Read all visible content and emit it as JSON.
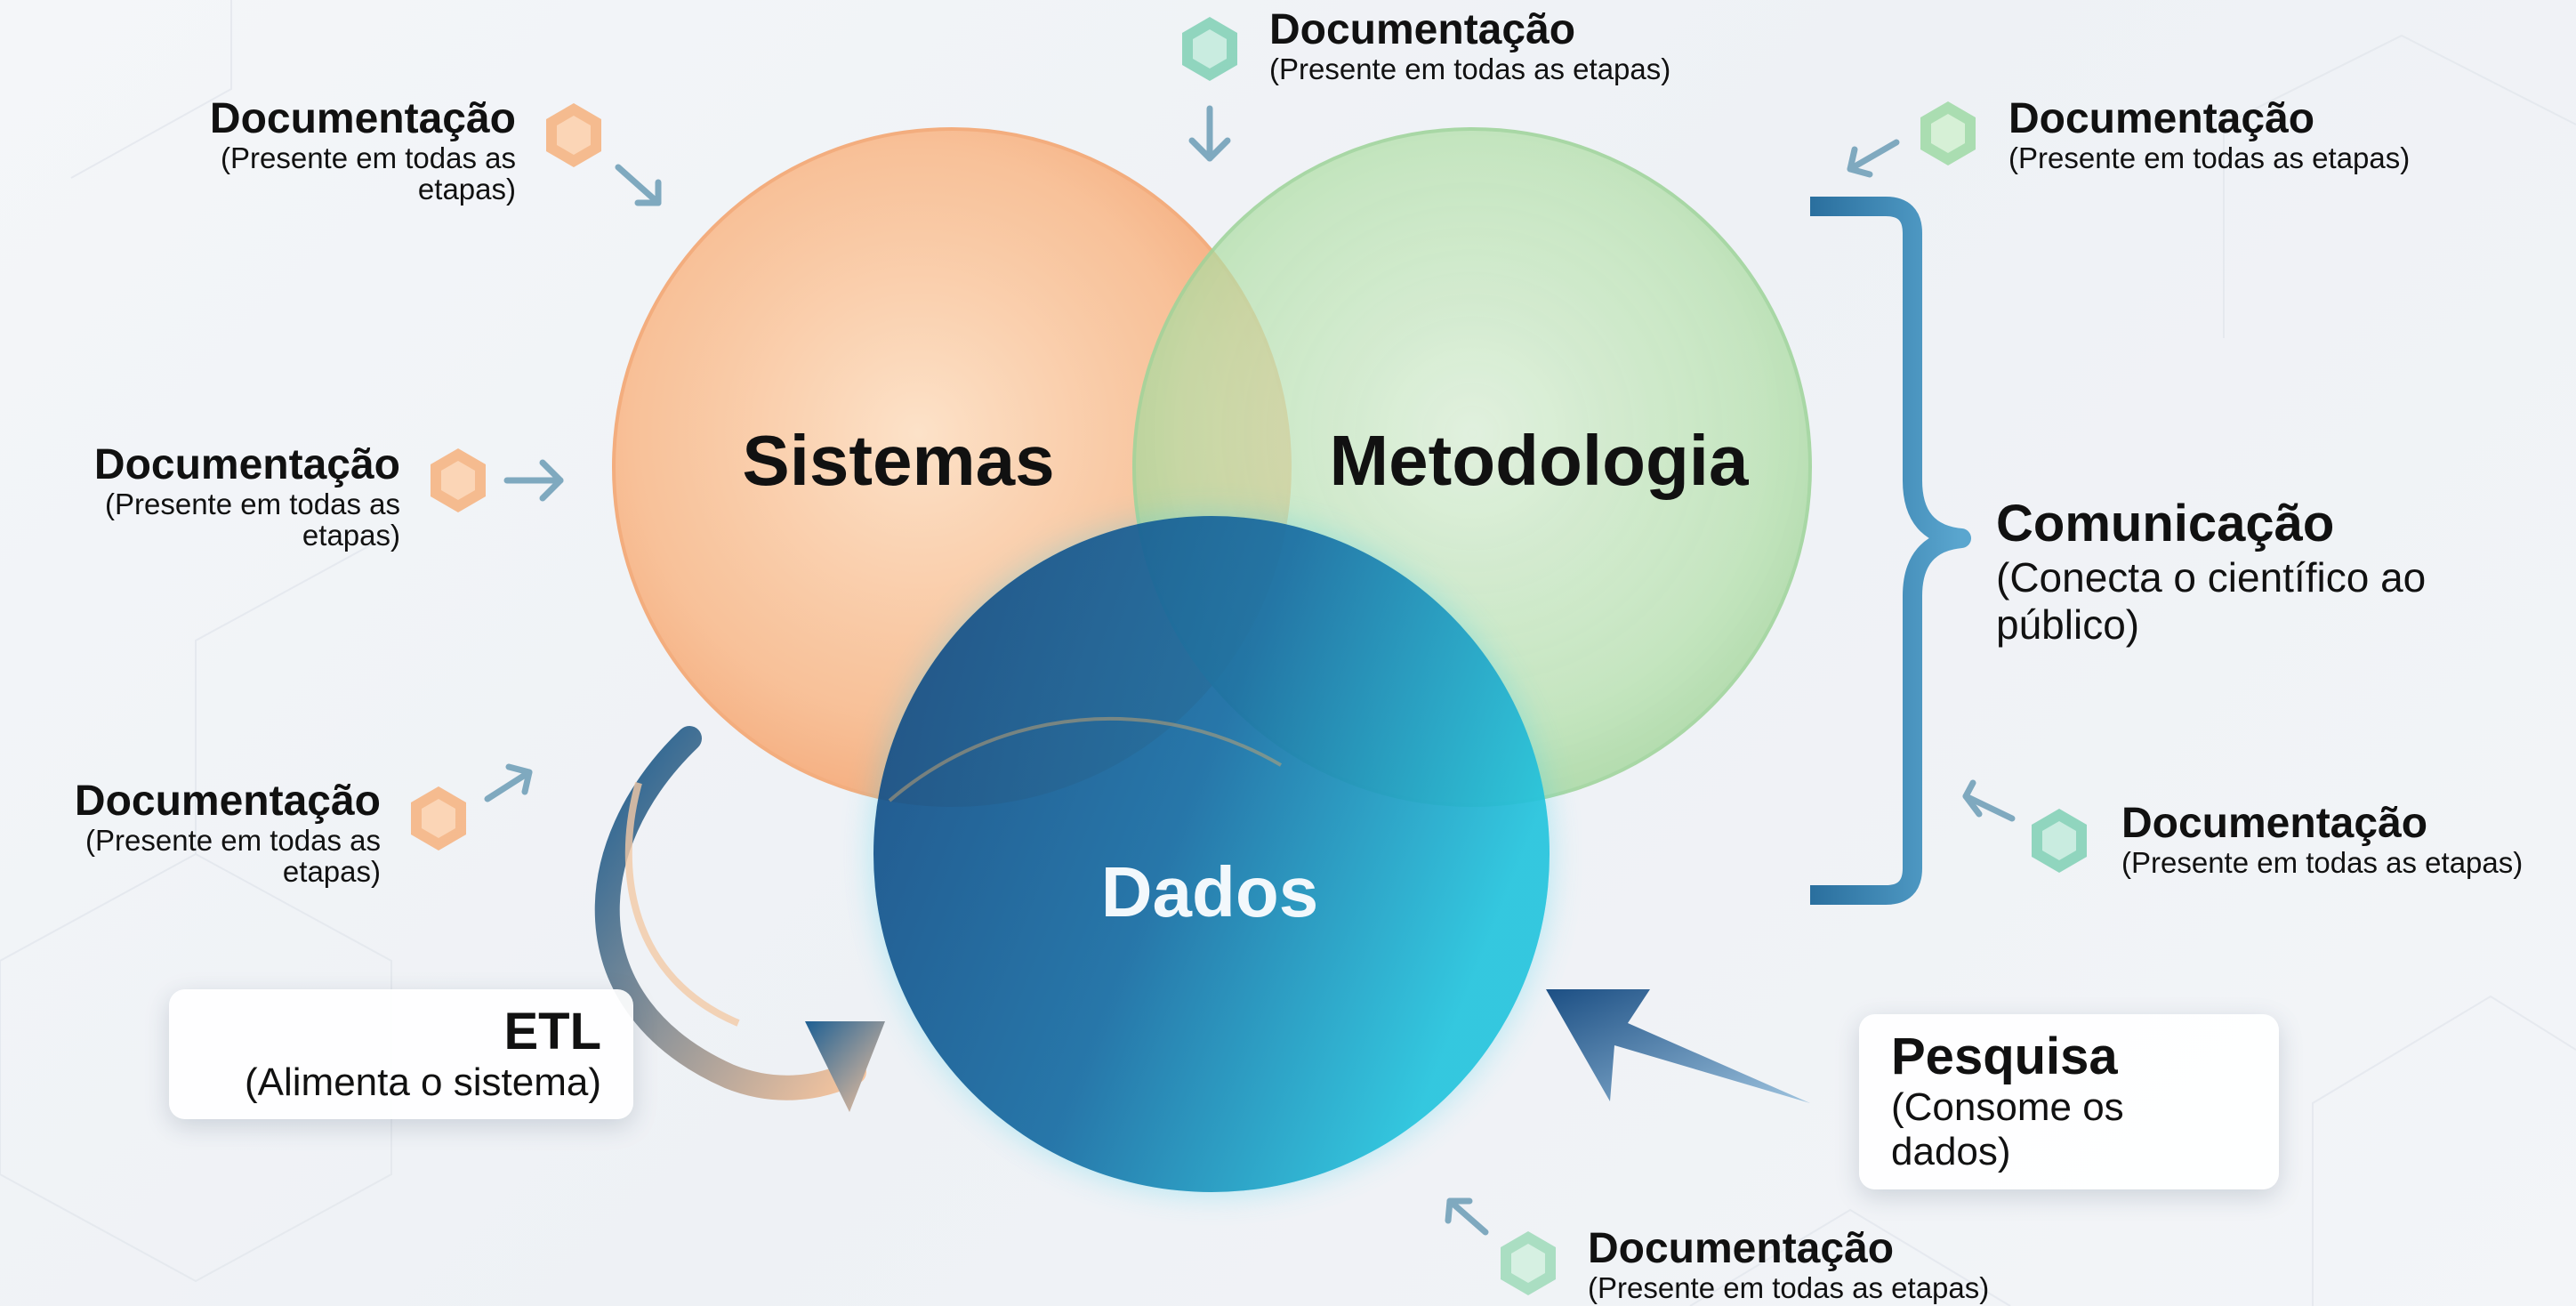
{
  "circles": {
    "sistemas": "Sistemas",
    "metodologia": "Metodologia",
    "dados": "Dados"
  },
  "documentation": [
    {
      "title": "Documentação",
      "subtitle": "(Presente em todas as etapas)"
    },
    {
      "title": "Documentação",
      "subtitle": "(Presente em todas as etapas)"
    },
    {
      "title": "Documentação",
      "subtitle": "(Presente em todas as etapas)"
    },
    {
      "title": "Documentação",
      "subtitle": "(Presente em todas as etapas)"
    },
    {
      "title": "Documentação",
      "subtitle": "(Presente em todas as etapas)"
    },
    {
      "title": "Documentação",
      "subtitle": "(Presente em todas as etapas)"
    },
    {
      "title": "Documentação",
      "subtitle": "(Presente em todas as etapas)"
    }
  ],
  "comunicacao": {
    "title": "Comunicação",
    "subtitle": "(Conecta o científico ao público)"
  },
  "etl": {
    "title": "ETL",
    "subtitle": "(Alimenta o sistema)"
  },
  "pesquisa": {
    "title": "Pesquisa",
    "subtitle": "(Consome os dados)"
  },
  "colors": {
    "sistemas": "#f7a36b",
    "metodologia": "#8fd08a",
    "dados_dark": "#0f4f8f",
    "dados_light": "#1fb7d6",
    "accent_blue": "#2f6f9e",
    "hex_orange": "#f6b07c",
    "hex_teal": "#7fcfb4"
  }
}
